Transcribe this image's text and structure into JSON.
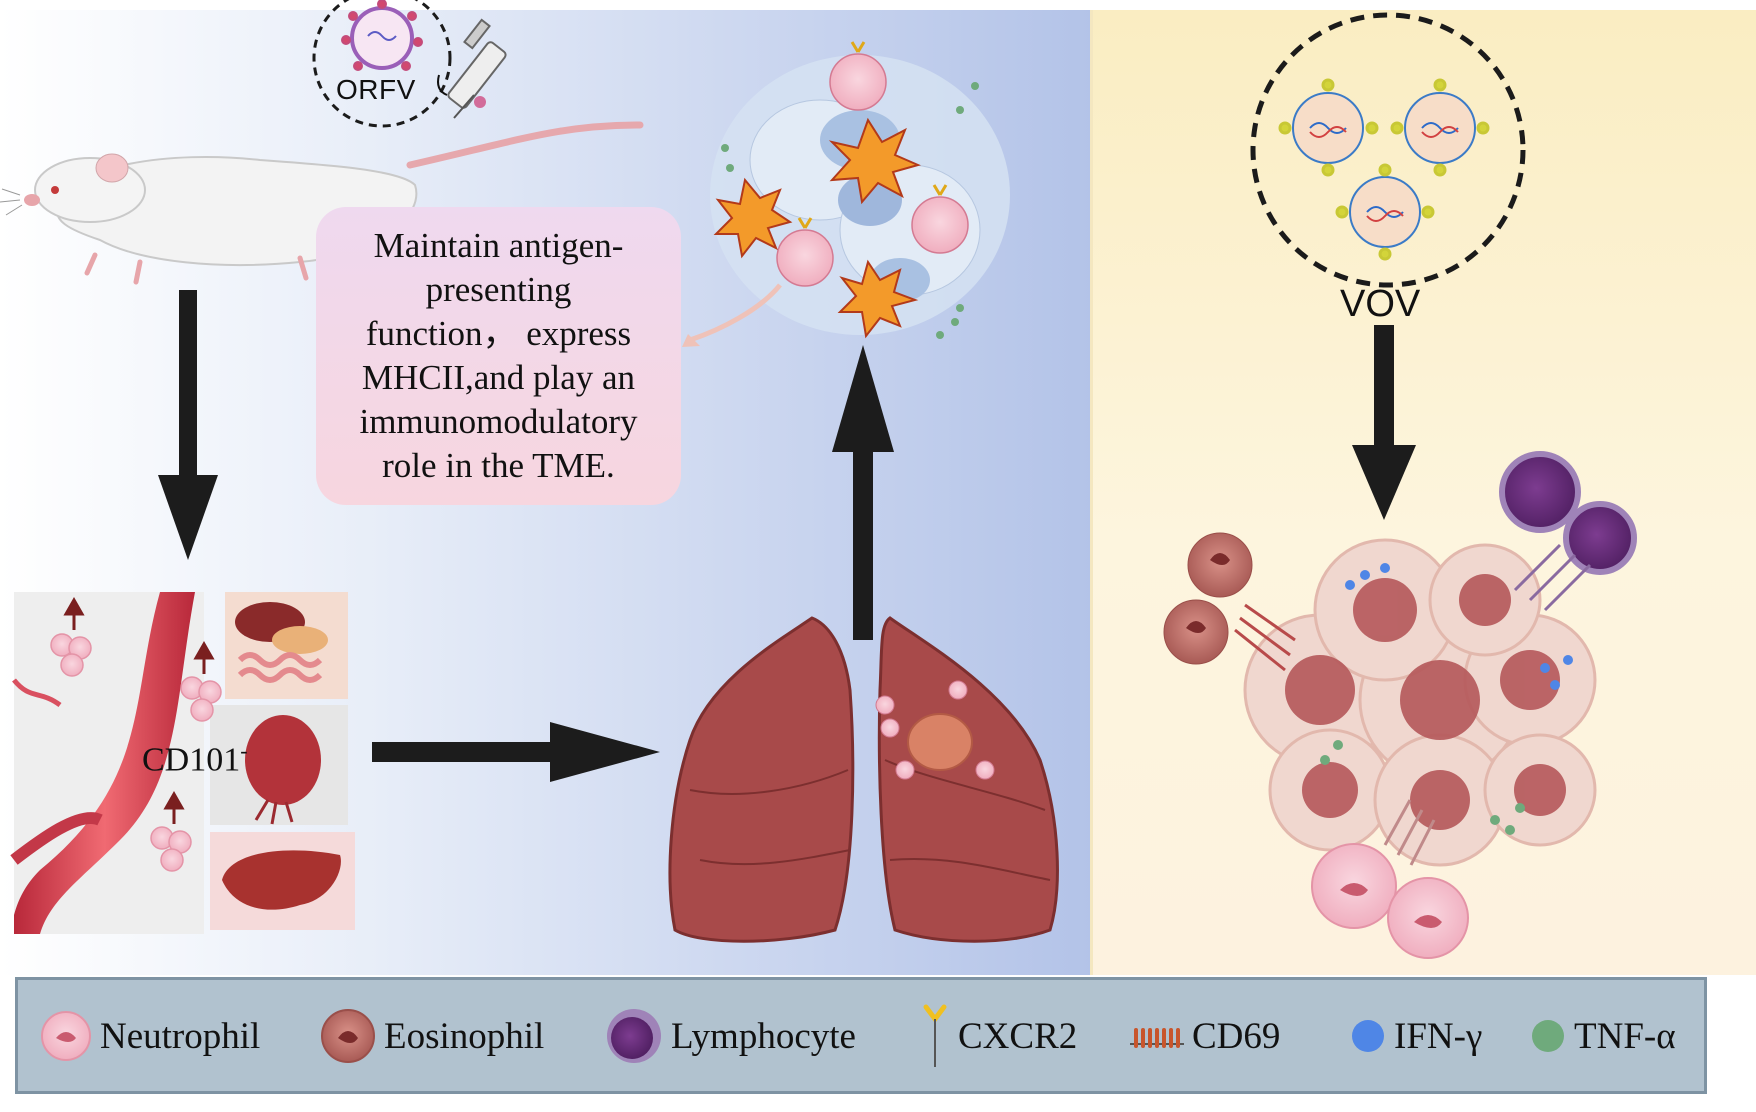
{
  "figure": {
    "virus_label_left": "ORFV",
    "virus_label_right": "VOV",
    "marker_label": "CD101",
    "marker_superscript": "-",
    "text_box": {
      "lines": [
        "Maintain antigen-",
        "presenting",
        "function， express",
        "MHCII,and play an",
        "immunomodulatory",
        "role in the TME."
      ]
    }
  },
  "legend": {
    "items": [
      {
        "label": "Neutrophil",
        "icon": "neutrophil-icon",
        "color": "#f2b7c5"
      },
      {
        "label": "Eosinophil",
        "icon": "eosinophil-icon",
        "color": "#c8776f"
      },
      {
        "label": "Lymphocyte",
        "icon": "lymphocyte-icon",
        "color": "#6b2f7e"
      },
      {
        "label": "CXCR2",
        "icon": "cxcr2-icon",
        "color": "#f0c020"
      },
      {
        "label": "CD69",
        "icon": "cd69-icon",
        "color": "#c8552c"
      },
      {
        "label": "IFN-γ",
        "icon": "ifn-gamma-icon",
        "color": "#4f86e6"
      },
      {
        "label": "TNF-α",
        "icon": "tnf-alpha-icon",
        "color": "#6faa7c"
      }
    ]
  },
  "colors": {
    "left_panel_background": "#c7d3ee",
    "right_panel_background": "#fdf2df",
    "legend_background": "#b1c2cf",
    "arrow": "#1c1c1c",
    "lung": "#a84a4a",
    "vessel": "#d94650"
  }
}
